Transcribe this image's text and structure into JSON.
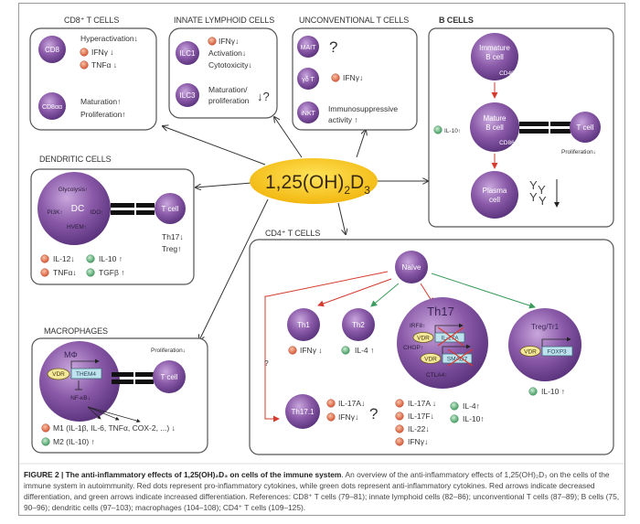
{
  "center": {
    "label_main": "1,25(OH)",
    "sub2": "2",
    "label_d": "D",
    "sub3": "3"
  },
  "colors": {
    "cell_purple": "#8a5aa8",
    "center_yellow": "#f4c21b",
    "pro_inflammatory_dot": "#e07a5f",
    "anti_inflammatory_dot": "#6fb884",
    "red_arrow": "#d63b2f",
    "green_arrow": "#3a9b5c",
    "gene_box": "#bfe3ee"
  },
  "cd8": {
    "title": "CD8⁺ T CELLS",
    "cells": [
      {
        "name": "CD8",
        "effects": [
          "Hyperactivation↓"
        ],
        "cytokines": [
          {
            "label": "IFNγ ↓",
            "type": "pro"
          },
          {
            "label": "TNFα ↓",
            "type": "pro"
          }
        ]
      },
      {
        "name": "CD8αα",
        "effects": [
          "Maturation↑",
          "Proliferation↑"
        ]
      }
    ]
  },
  "ilc": {
    "title": "INNATE LYMPHOID CELLS",
    "cells": [
      {
        "name": "ILC1",
        "cytokines": [
          {
            "label": "IFNγ↓",
            "type": "pro"
          }
        ],
        "effects": [
          "Activation↓",
          "Cytotoxicity↓"
        ]
      },
      {
        "name": "ILC3",
        "effects": [
          "Maturation/",
          "proliferation"
        ],
        "mark": "↓?"
      }
    ]
  },
  "unconventional": {
    "title": "UNCONVENTIONAL T CELLS",
    "cells": [
      {
        "name": "MAIT",
        "mark": "?"
      },
      {
        "name": "γδ T",
        "cytokines": [
          {
            "label": "IFNγ↓",
            "type": "pro"
          }
        ]
      },
      {
        "name": "iNKT",
        "effects": [
          "Immunosuppressive",
          "activity ↑"
        ]
      }
    ]
  },
  "bcells": {
    "title": "B CELLS",
    "immature": {
      "line1": "Immature",
      "line2": "B cell",
      "marker": "CD40↓"
    },
    "mature": {
      "line1": "Mature",
      "line2": "B cell",
      "marker": "CD86↓"
    },
    "plasma": {
      "line1": "Plasma",
      "line2": "cell"
    },
    "tcell": "T cell",
    "proliferation": "Proliferation↓",
    "il10": "IL-10↑",
    "antibody_glyph": "Y",
    "antibody_arrow": "↓"
  },
  "dendritic": {
    "title": "DENDRITIC CELLS",
    "dc": "DC",
    "glycolysis": "Glycolysis↑",
    "pi3k": "PI3K↑",
    "ido": "IDO↑",
    "hvem": "HVEM↑",
    "tcell": "T cell",
    "th17": "Th17↓",
    "treg": "Treg↑",
    "cytokines": [
      {
        "label": "IL-12↓",
        "type": "pro"
      },
      {
        "label": "TNFα↓",
        "type": "pro"
      },
      {
        "label": "IL-10 ↑",
        "type": "anti"
      },
      {
        "label": "TGFβ ↑",
        "type": "anti"
      }
    ]
  },
  "macrophages": {
    "title": "MACROPHAGES",
    "cell": "MΦ",
    "vdr": "VDR",
    "gene": "THEM4",
    "nfkb": "NF-κB↓",
    "tcell": "T cell",
    "proliferation": "Proliferation↓",
    "cytokines": [
      {
        "label": "M1 (IL-1β, IL-6, TNFα, COX-2, ...) ↓",
        "type": "pro"
      },
      {
        "label": "M2 (IL-10) ↑",
        "type": "anti"
      }
    ]
  },
  "cd4": {
    "title": "CD4⁺ T CELLS",
    "naive": "Naïve",
    "question": "?",
    "th1": {
      "name": "Th1",
      "cytokines": [
        {
          "label": "IFNγ ↓",
          "type": "pro"
        }
      ]
    },
    "th2": {
      "name": "Th2",
      "cytokines": [
        {
          "label": "IL-4 ↑",
          "type": "anti"
        }
      ]
    },
    "th17": {
      "name": "Th17",
      "irf8": "IRF8↑",
      "chop": "CHOP↑",
      "ctla4": "CTLA4↑",
      "vdr": "VDR",
      "gene1": "IL-17A",
      "gene2": "SMAD7",
      "cytokines_pro": [
        {
          "label": "IL-17A ↓"
        },
        {
          "label": "IL-17F↓"
        },
        {
          "label": "IL-22↓"
        },
        {
          "label": "IFNγ↓"
        }
      ],
      "cytokines_anti": [
        {
          "label": "IL-4↑"
        },
        {
          "label": "IL-10↑"
        }
      ]
    },
    "th171": {
      "name": "Th17.1",
      "cytokines": [
        {
          "label": "IL-17A↓",
          "type": "pro"
        },
        {
          "label": "IFNγ↓",
          "type": "pro"
        }
      ],
      "mark": "?"
    },
    "treg": {
      "name": "Treg/Tr1",
      "vdr": "VDR",
      "gene": "FOXP3",
      "cytokines": [
        {
          "label": "IL-10 ↑",
          "type": "anti"
        }
      ]
    }
  },
  "caption": {
    "label": "FIGURE 2 | The anti-inflammatory effects of 1,25(OH)₂D₃ on cells of the immune system",
    "body": ". An overview of the anti-inflammatory effects of 1,25(OH)₂D₃ on the cells of the immune system in autoimmunity. Red dots represent pro-inflammatory cytokines, while green dots represent anti-inflammatory cytokines. Red arrows indicate decreased differentiation, and green arrows indicate increased differentiation. References: CD8⁺ T cells (79–81); innate lymphoid cells (82–86); unconventional T cells (87–89); B cells (75, 90–96); dendritic cells (97–103); macrophages (104–108); CD4⁺ T cells (109–125)."
  }
}
